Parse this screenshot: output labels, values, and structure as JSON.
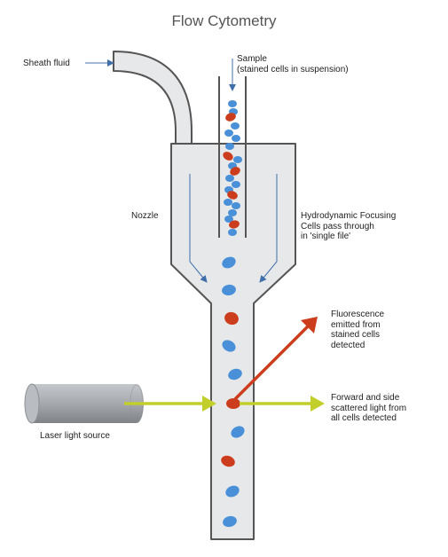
{
  "title": "Flow Cytometry",
  "labels": {
    "sheath_fluid": "Sheath fluid",
    "sample_line1": "Sample",
    "sample_line2": "(stained cells in suspension)",
    "nozzle": "Nozzle",
    "hydro_line1": "Hydrodynamic Focusing",
    "hydro_line2": "Cells pass through",
    "hydro_line3": "in 'single file'",
    "fluor_line1": "Fluorescence",
    "fluor_line2": "emitted from",
    "fluor_line3": "stained cells",
    "fluor_line4": "detected",
    "scatter_line1": "Forward and side",
    "scatter_line2": "scattered light from",
    "scatter_line3": "all cells detected",
    "laser": "Laser light source"
  },
  "colors": {
    "blue_cell": "#4a90d9",
    "red_cell": "#cc3d1e",
    "laser_beam": "#c2cf2a",
    "fluorescence_arrow": "#cc3d1e",
    "tube_fill": "#e6e8ea",
    "tube_outline": "#555555",
    "flow_arrow": "#3f6ea8"
  }
}
